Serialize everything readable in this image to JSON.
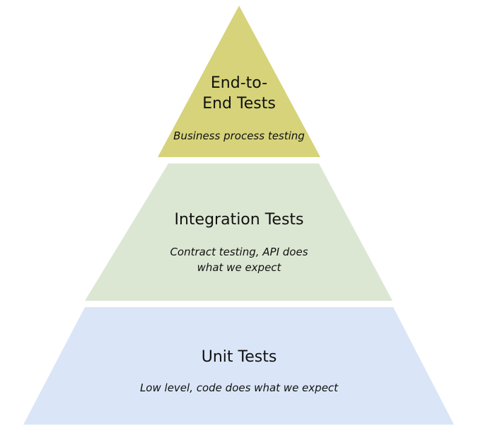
{
  "colors": {
    "top": "#d6d37a",
    "middle": "#dce7d3",
    "bottom": "#dae6f7"
  },
  "tiers": [
    {
      "title_line1": "End-to-",
      "title_line2": "End Tests",
      "subtitle": "Business process testing"
    },
    {
      "title": "Integration Tests",
      "subtitle_line1": "Contract testing, API does",
      "subtitle_line2": "what we expect"
    },
    {
      "title": "Unit Tests",
      "subtitle": "Low level, code does what we expect"
    }
  ]
}
